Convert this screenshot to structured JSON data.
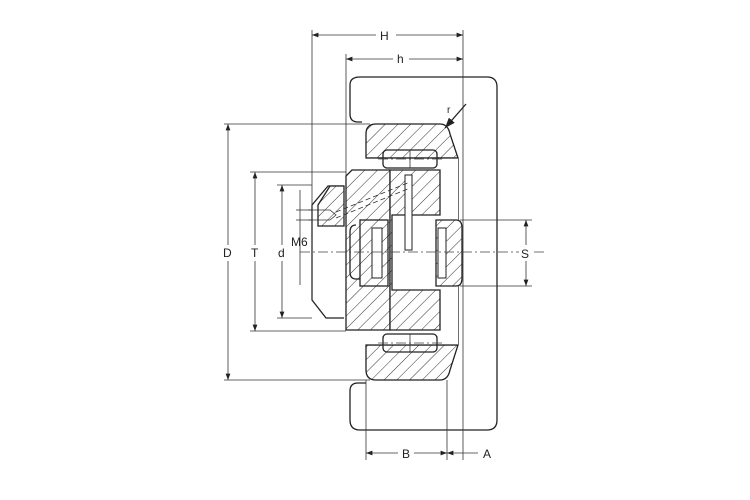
{
  "drawing": {
    "type": "bearing-cross-section",
    "labels": {
      "H": "H",
      "h": "h",
      "r": "r",
      "D": "D",
      "T": "T",
      "d": "d",
      "M6": "M6",
      "S": "S",
      "B": "B",
      "A": "A"
    },
    "line_color": "#222222"
  }
}
